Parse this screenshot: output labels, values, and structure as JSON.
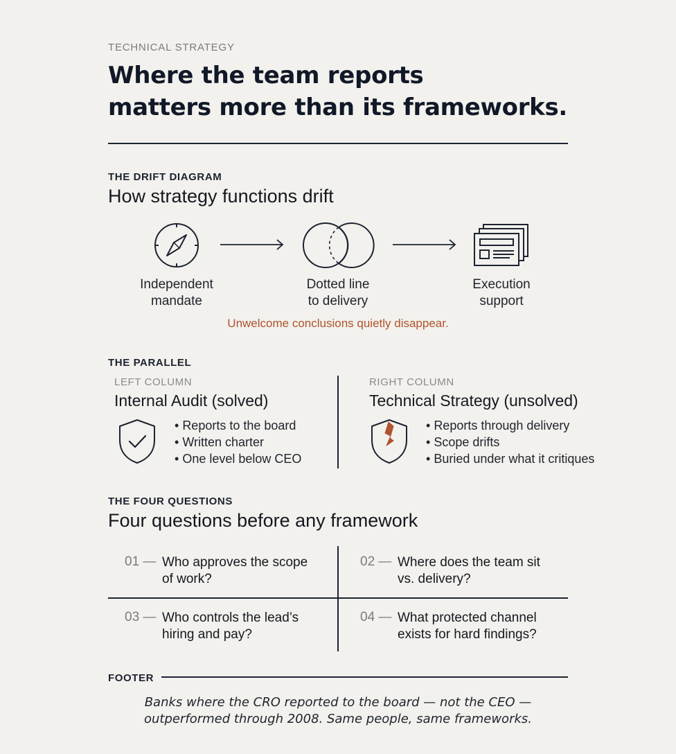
{
  "header": {
    "kicker": "TECHNICAL STRATEGY",
    "headline_line1": "Where the team reports",
    "headline_line2": "matters more than its frameworks."
  },
  "drift": {
    "label": "THE DRIFT DIAGRAM",
    "title": "How strategy functions drift",
    "steps": [
      {
        "icon": "compass-icon",
        "line1": "Independent",
        "line2": "mandate"
      },
      {
        "icon": "overlapping-circles-icon",
        "line1": "Dotted line",
        "line2": "to delivery"
      },
      {
        "icon": "stacked-documents-icon",
        "line1": "Execution",
        "line2": "support"
      }
    ],
    "note": "Unwelcome conclusions quietly disappear."
  },
  "parallel": {
    "label": "THE PARALLEL",
    "left": {
      "column_label": "LEFT COLUMN",
      "title": "Internal Audit (solved)",
      "icon": "shield-check-icon",
      "bullets": [
        "Reports to the board",
        "Written charter",
        "One level below CEO"
      ]
    },
    "right": {
      "column_label": "RIGHT COLUMN",
      "title": "Technical Strategy (unsolved)",
      "icon": "shield-cracked-icon",
      "bullets": [
        "Reports through delivery",
        "Scope drifts",
        "Buried under what it critiques"
      ]
    }
  },
  "questions": {
    "label": "THE FOUR QUESTIONS",
    "title": "Four questions before any framework",
    "items": [
      {
        "num": "01 —",
        "line1": "Who approves the scope",
        "line2": "of work?"
      },
      {
        "num": "02 —",
        "line1": "Where does the team sit",
        "line2": "vs. delivery?"
      },
      {
        "num": "03 —",
        "line1": "Who controls the lead’s",
        "line2": "hiring and pay?"
      },
      {
        "num": "04 —",
        "line1": "What protected channel",
        "line2": "exists for hard findings?"
      }
    ]
  },
  "footer": {
    "label": "FOOTER",
    "quote_line1": "Banks where the CRO reported to the board — not the CEO —",
    "quote_line2": "outperformed through 2008. Same people, same frameworks."
  },
  "colors": {
    "background": "#f2f1ed",
    "ink": "#1c2230",
    "muted": "#7a7a78",
    "accent": "#b0532e"
  }
}
